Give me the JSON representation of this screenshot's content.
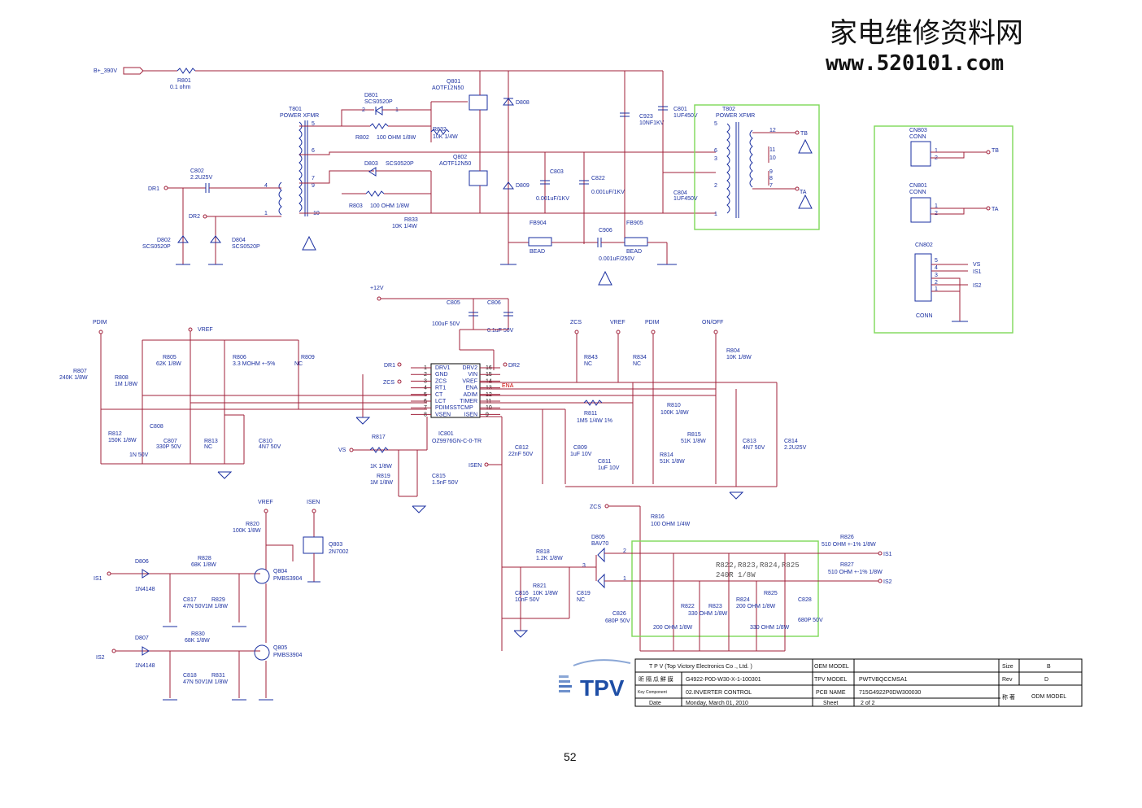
{
  "watermark": {
    "title": "家电维修资料网",
    "url": "www.520101.com"
  },
  "page_number": "52",
  "top_section": {
    "b_plus": "B+_390V",
    "r801": "R801",
    "r801_val": "0.1 ohm",
    "t801": "T801",
    "t801_val": "POWER XFMR",
    "d801": "D801",
    "d801_val": "SCS0520P",
    "q801": "Q801",
    "q801_val": "AOTF12N50",
    "d808": "D808",
    "r802": "R802",
    "r802_val": "100 OHM 1/8W",
    "r832": "R832",
    "r832_val": "10K 1/4W",
    "c923": "C923",
    "c923_val": "10NF1KV",
    "c801": "C801",
    "c801_val": "1UF450V",
    "t802": "T802",
    "t802_val": "POWER XFMR",
    "tb": "TB",
    "ta": "TA",
    "c802": "C802",
    "c802_val": "2.2U25V",
    "dr1": "DR1",
    "dr2": "DR2",
    "d803": "D803",
    "d803_val": "SCS0520P",
    "q802": "Q802",
    "q802_val": "AOTF12N50",
    "c803": "C803",
    "c803_val": "0.001uF/1KV",
    "c822": "C822",
    "c822_val": "0.001uF/1KV",
    "d809": "D809",
    "c804": "C804",
    "c804_val": "1UF450V",
    "r803": "R803",
    "r803_val": "100 OHM 1/8W",
    "r833": "R833",
    "r833_val": "10K 1/4W",
    "fb904": "FB904",
    "fb905": "FB905",
    "bead": "BEAD",
    "c906": "C906",
    "c906_val": "0.001uF/250V",
    "d802": "D802",
    "d802_val": "SCS0520P",
    "d804": "D804",
    "d804_val": "SCS0520P"
  },
  "connectors": {
    "cn803": "CN803",
    "cn801": "CN801",
    "conn": "CONN",
    "cn802": "CN802",
    "vs": "VS",
    "is1": "IS1",
    "is2": "IS2"
  },
  "mid_section": {
    "p12v": "+12V",
    "c805": "C805",
    "c805_val": "100uF 50V",
    "c806": "C806",
    "c806_val": "0.1uF 50V",
    "pdim": "PDIM",
    "vref": "VREF",
    "zcs": "ZCS",
    "onoff": "ON/OFF",
    "r807": "R807",
    "r807_val": "240K 1/8W",
    "r808": "R808",
    "r808_val": "1M 1/8W",
    "r805": "R805",
    "r805_val": "62K 1/8W",
    "r806": "R806",
    "r806_val": "3.3 MOHM +-5%",
    "r809": "R809",
    "nc": "NC",
    "r812": "R812",
    "r812_val": "150K 1/8W",
    "c808": "C808",
    "c808_val": "1N 50V",
    "c807": "C807",
    "c807_val": "330P 50V",
    "r813": "R813",
    "c810": "C810",
    "c810_val": "4N7 50V",
    "ic801": "IC801",
    "ic801_val": "OZ9976GN-C-0-TR",
    "ic_left": [
      "DRV1",
      "GND",
      "ZCS",
      "RT1",
      "CT",
      "LCT",
      "PDIMSSTCMP",
      "VSEN"
    ],
    "ic_right": [
      "DRV2",
      "VIN",
      "VREF",
      "ENA",
      "ADIM",
      "TIMER",
      "",
      "ISEN"
    ],
    "pins_left": [
      "1",
      "2",
      "3",
      "4",
      "5",
      "6",
      "7",
      "8"
    ],
    "pins_right": [
      "16",
      "15",
      "14",
      "13",
      "12",
      "11",
      "10",
      "9"
    ],
    "ena": "ENA",
    "r843": "R843",
    "r834": "R834",
    "r804": "R804",
    "r804_val": "10K 1/8W",
    "r810": "R810",
    "r810_val": "100K 1/8W",
    "r811": "R811",
    "r811_val": "1M5 1/4W 1%",
    "r815": "R815",
    "r815_val": "51K 1/8W",
    "c813": "C813",
    "c813_val": "4N7 50V",
    "c814": "C814",
    "c814_val": "2.2U25V",
    "c812": "C812",
    "c812_val": "22nF 50V",
    "c809": "C809",
    "c809_val": "1uF 10V",
    "c811": "C811",
    "c811_val": "1uF 10V",
    "r814": "R814",
    "r814_val": "51K 1/8W",
    "r817": "R817",
    "r817_val": "1K 1/8W",
    "r819": "R819",
    "r819_val": "1M 1/8W",
    "c815": "C815",
    "c815_val": "1.5nF 50V",
    "isen": "ISEN"
  },
  "bottom_section": {
    "r820": "R820",
    "r820_val": "100K 1/8W",
    "q803": "Q803",
    "q803_val": "2N7002",
    "r828": "R828",
    "r828_val": "68K 1/8W",
    "d806": "D806",
    "d806_val": "1N4148",
    "q804": "Q804",
    "q804_val": "PMBS3904",
    "c817": "C817",
    "c817_val": "47N 50V",
    "r829": "R829",
    "r829_val": "1M 1/8W",
    "r830": "R830",
    "r830_val": "68K 1/8W",
    "d807": "D807",
    "d807_val": "1N4148",
    "q805": "Q805",
    "q805_val": "PMBS3904",
    "c818": "C818",
    "c818_val": "47N 50V",
    "r831": "R831",
    "r831_val": "1M 1/8W",
    "r816": "R816",
    "r816_val": "100 OHM 1/4W",
    "d805": "D805",
    "d805_val": "BAV70",
    "r818": "R818",
    "r818_val": "1.2K 1/8W",
    "r821": "R821",
    "r821_val": "10K 1/8W",
    "c816": "C816",
    "c816_val": "10nF 50V",
    "c819": "C819",
    "r826": "R826",
    "r826_val": "510 OHM +-1% 1/8W",
    "r827": "R827",
    "r827_val": "510 OHM +-1% 1/8W",
    "note": "R822,R823,R824,R825",
    "note2": "240R 1/8W",
    "r822": "R822",
    "r822_val": "200 OHM 1/8W",
    "r823": "R823",
    "r823_val": "330 OHM 1/8W",
    "r824": "R824",
    "r824_val": "200 OHM 1/8W",
    "r825": "R825",
    "r825_val": "330 OHM 1/8W",
    "c826": "C826",
    "c826_val": "680P 50V",
    "c828": "C828",
    "c828_val": "680P 50V"
  },
  "title_block": {
    "company": "T P V    (Top   Victory    Electronics    Co .,   Ltd. )",
    "oem_model_label": "OEM MODEL",
    "size_label": "Size",
    "size_val": "B",
    "tpv_model_label": "TPV MODEL",
    "tpv_model_val": "PWTVBQCCMSA1",
    "rev_label": "Rev",
    "rev_val": "D",
    "doc_label": "昕 隔 瓜 鮮 膜",
    "doc_val": "G4922-P0D-W30-X-1-100301",
    "key_label": "Key Component",
    "key_val": "02.INVERTER CONTROL",
    "pcb_label": "PCB NAME",
    "pcb_val": "715G4922P0DW300030",
    "date_label": "Date",
    "date_val": "Monday, March 01, 2010",
    "sheet_label": "Sheet",
    "sheet_val": "2    of     2",
    "odm_label": "称 著",
    "odm_val": "ODM  MODEL",
    "logo": "TPV"
  }
}
